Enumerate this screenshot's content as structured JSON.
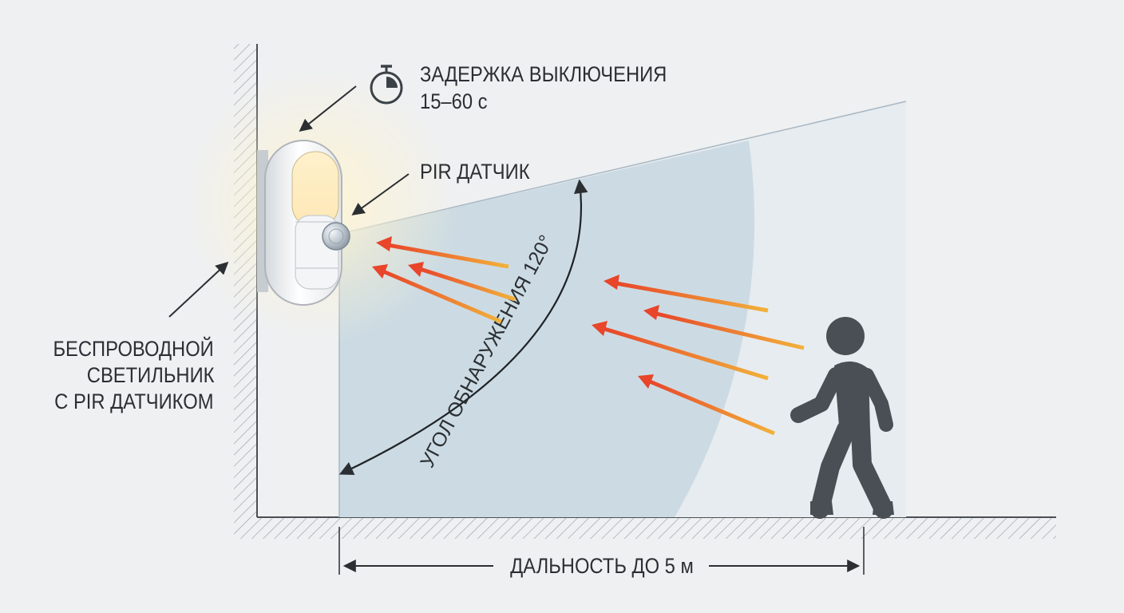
{
  "labels": {
    "off_delay_title": "ЗАДЕРЖКА ВЫКЛЮЧЕНИЯ",
    "off_delay_value": "15–60 с",
    "pir_sensor": "PIR ДАТЧИК",
    "luminaire_line1": "БЕСПРОВОДНОЙ",
    "luminaire_line2": "СВЕТИЛЬНИК",
    "luminaire_line3": "С PIR ДАТЧИКОМ",
    "detection_angle": "УГОЛ ОБНАРУЖЕНИЯ 120°",
    "range": "ДАЛЬНОСТЬ ДО 5 м"
  },
  "icons": {
    "timer": "stopwatch-icon",
    "person": "walking-person-icon",
    "lamp": "wall-lamp-icon"
  },
  "colors": {
    "text": "#2b2f33",
    "detection_zone": "#c9d8e2",
    "ir_arrow_start": "#f2b23a",
    "ir_arrow_end": "#e8452a",
    "person": "#4a4f55",
    "background": "#eef0f2"
  }
}
